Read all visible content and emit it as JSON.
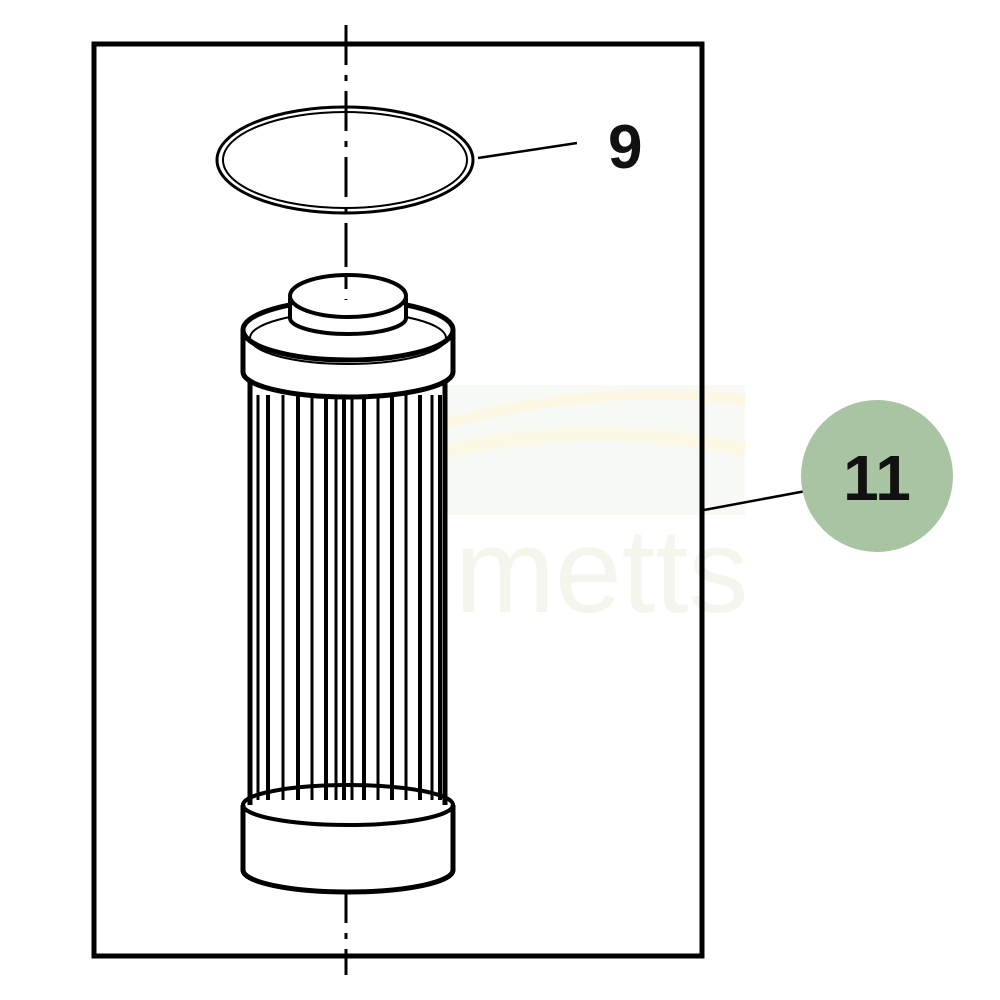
{
  "diagram": {
    "callouts": [
      {
        "number": "9",
        "part": "o-ring",
        "highlighted": false
      },
      {
        "number": "11",
        "part": "filter-element",
        "highlighted": true
      }
    ],
    "highlight_color": "#a9c4a3",
    "watermark_text": "metts"
  }
}
